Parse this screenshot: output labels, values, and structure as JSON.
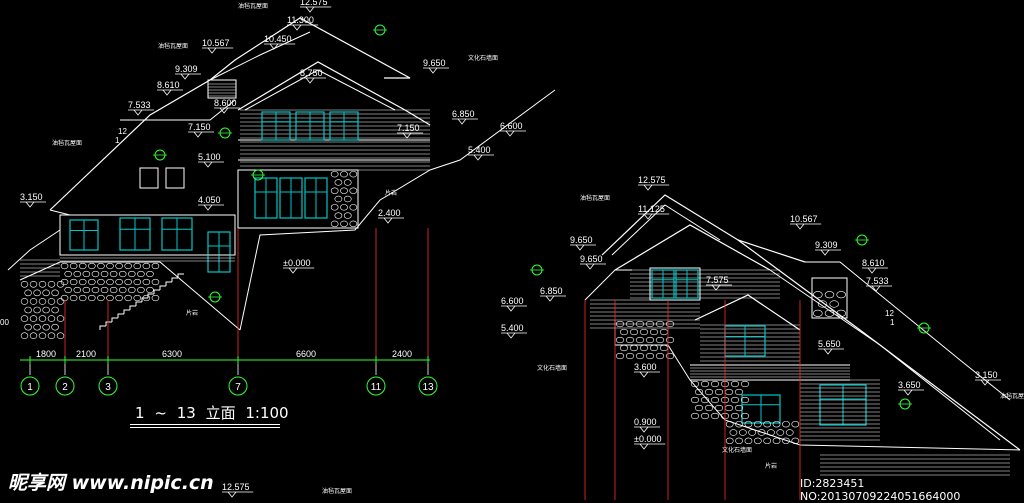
{
  "colors": {
    "line": "#ffffff",
    "green": "#33ff33",
    "magenta": "#ff33ff",
    "cyan": "#33ffff",
    "red": "#ff2a2a",
    "window": "#00c8c8"
  },
  "drawing_title": {
    "grid_start": "1",
    "connector": "~",
    "grid_end": "13",
    "label": "立面",
    "scale": "1:100"
  },
  "left_elevation": {
    "levels": [
      "12.575",
      "11.300",
      "10.567",
      "10.450",
      "9.650",
      "9.309",
      "8.750",
      "8.610",
      "8.600",
      "7.533",
      "7.150",
      "7.150",
      "6.850",
      "6.600",
      "5.400",
      "5.100",
      "4.050",
      "3.150",
      "2.400",
      "±0.000"
    ],
    "roof_slope": [
      "12",
      "1"
    ],
    "notes": [
      "油毡瓦屋面",
      "油毡瓦屋面",
      "文化石墙面",
      "油毡瓦屋面",
      "片岩",
      "片岩"
    ],
    "axis_spacings": [
      "1800",
      "2100",
      "6300",
      "6600",
      "2400"
    ],
    "axes": [
      "1",
      "2",
      "3",
      "7",
      "11",
      "13"
    ],
    "edge_label": "00"
  },
  "right_elevation": {
    "levels": [
      "12.575",
      "11.125",
      "10.567",
      "9.650",
      "9.650",
      "9.309",
      "8.610",
      "7.575",
      "7.533",
      "6.850",
      "6.600",
      "5.650",
      "5.400",
      "3.650",
      "3.600",
      "3.150",
      "0.900",
      "±0.000"
    ],
    "roof_slope": [
      "12",
      "1"
    ],
    "notes": [
      "油毡瓦屋面",
      "文化石墙面",
      "文化石墙面",
      "油毡瓦屋面",
      "片岩"
    ]
  },
  "bottom_fragment": {
    "level": "12.575",
    "note": "油毡瓦屋面"
  },
  "watermark": {
    "logo": "昵享网 www.nipic.cn",
    "id": "ID:2823451 NO:20130709224051664000"
  }
}
